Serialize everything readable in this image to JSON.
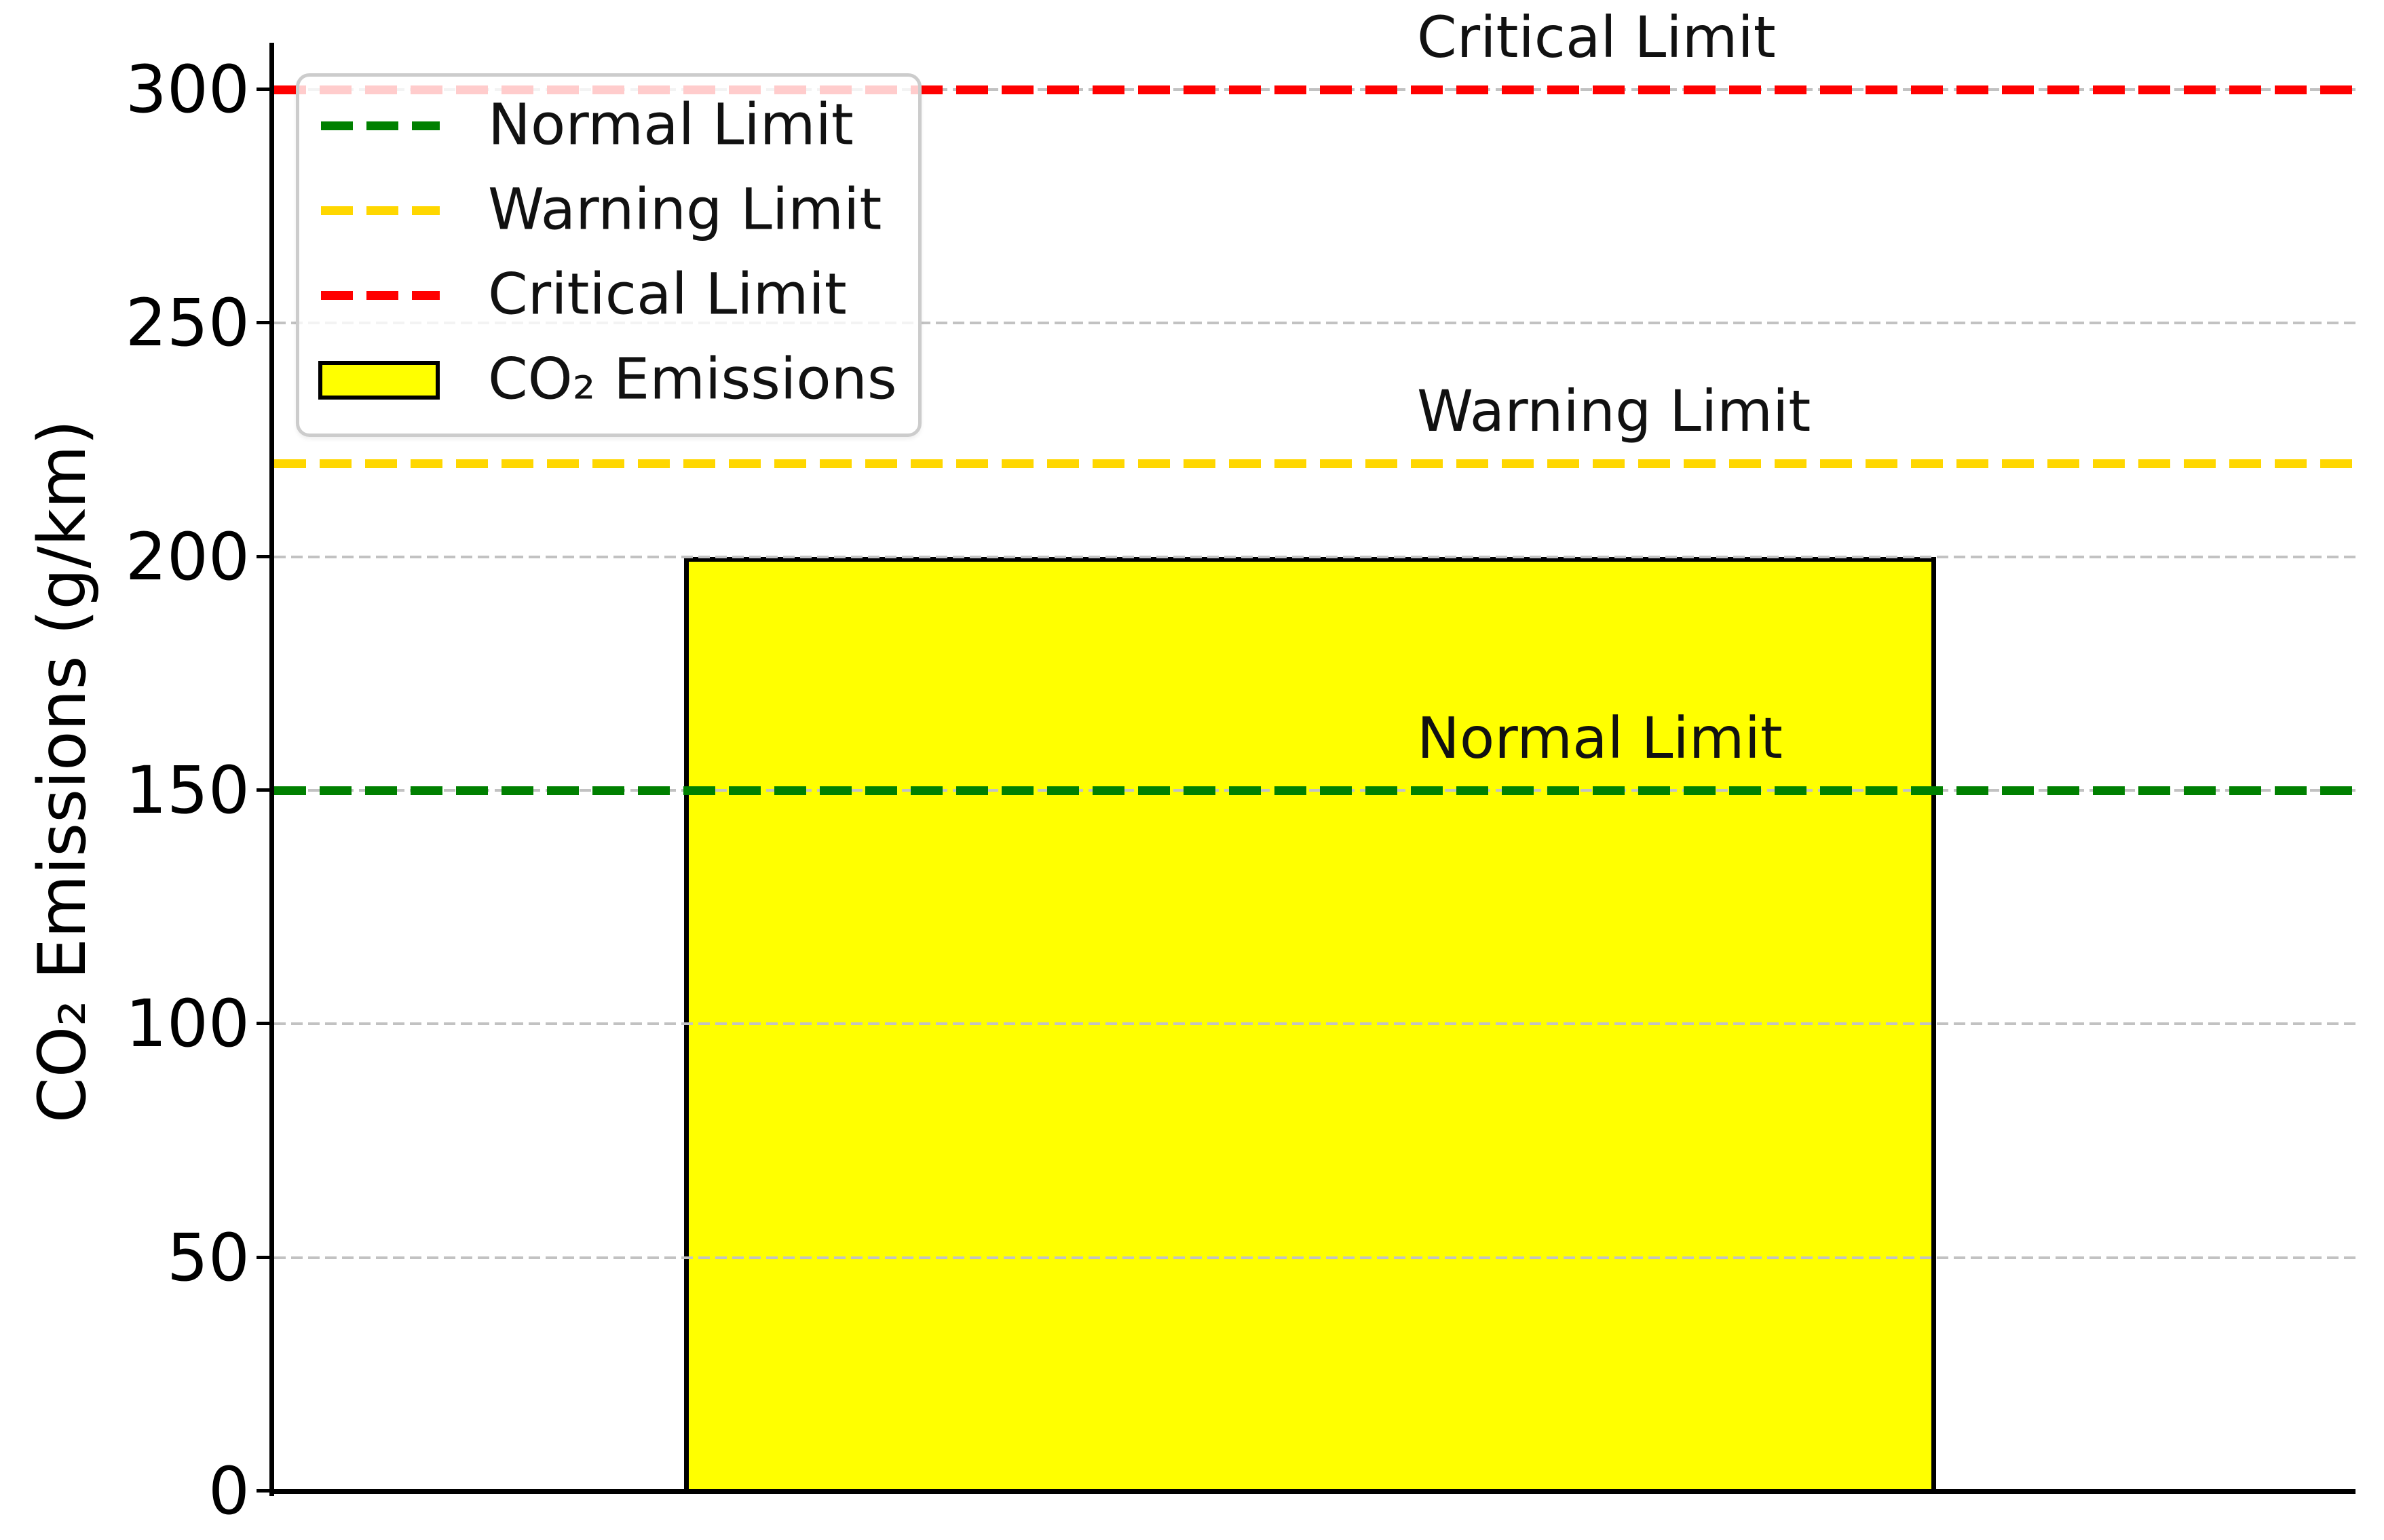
{
  "chart_data": {
    "type": "bar",
    "title": "",
    "xlabel": "",
    "ylabel": "CO₂ Emissions (g/km)",
    "categories": [
      "CO₂ Emissions"
    ],
    "series": [
      {
        "name": "CO₂ Emissions",
        "values": [
          200
        ],
        "fill_color": "#ffff00",
        "edge_color": "#000000"
      }
    ],
    "ylim": [
      0,
      310
    ],
    "yticks": [
      0,
      50,
      100,
      150,
      200,
      250,
      300
    ],
    "grid": {
      "axis": "y",
      "style": "dashed",
      "color": "#c2c2c2"
    },
    "reference_lines": [
      {
        "name": "Normal Limit",
        "value": 150,
        "color": "#008000",
        "style": "dashed"
      },
      {
        "name": "Warning Limit",
        "value": 220,
        "color": "#ffd700",
        "style": "dashed"
      },
      {
        "name": "Critical Limit",
        "value": 300,
        "color": "#ff0000",
        "style": "dashed"
      }
    ],
    "annotations": [
      {
        "text": "Normal Limit",
        "value": 150
      },
      {
        "text": "Warning Limit",
        "value": 220
      },
      {
        "text": "Critical Limit",
        "value": 300
      }
    ],
    "legend": {
      "position": "upper-left",
      "entries": [
        {
          "label": "Normal Limit",
          "glyph": "dashed-line",
          "color": "#008000"
        },
        {
          "label": "Warning Limit",
          "glyph": "dashed-line",
          "color": "#ffd700"
        },
        {
          "label": "Critical Limit",
          "glyph": "dashed-line",
          "color": "#ff0000"
        },
        {
          "label": "CO₂ Emissions",
          "glyph": "patch",
          "color": "#ffff00",
          "edge_color": "#000000"
        }
      ]
    }
  },
  "colors": {
    "background": "#ffffff",
    "axis": "#000000",
    "text": "#000000",
    "gridline": "#c2c2c2",
    "legend_border": "#cccccc",
    "legend_background": "rgba(255,255,255,0.8)"
  }
}
